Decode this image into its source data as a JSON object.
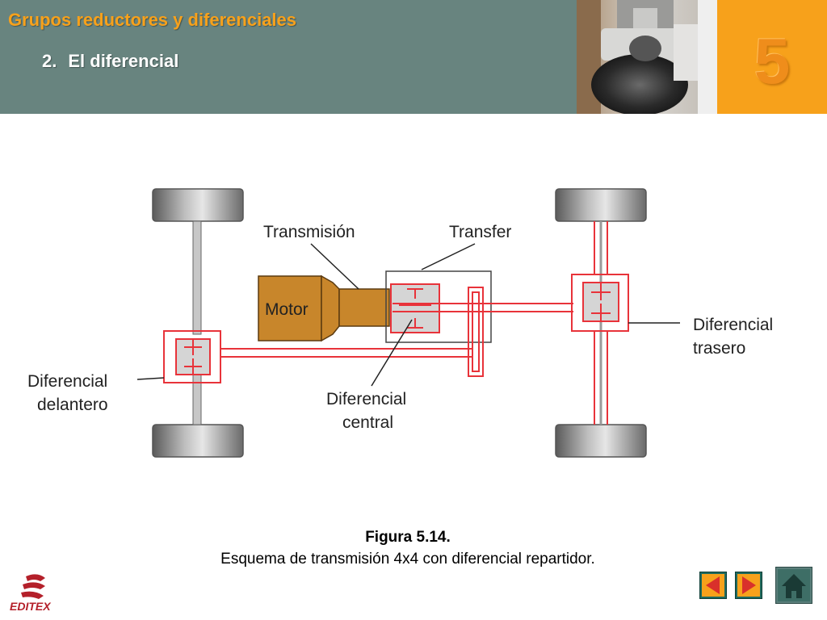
{
  "header": {
    "title": "Grupos reductores y diferenciales",
    "section_number": "2.",
    "section_title": "El diferencial",
    "chapter_number": "5"
  },
  "diagram": {
    "labels": {
      "transmission": "Transmisión",
      "transfer": "Transfer",
      "motor": "Motor",
      "rear_diff_line1": "Diferencial",
      "rear_diff_line2": "trasero",
      "front_diff_line1": "Diferencial",
      "front_diff_line2": "delantero",
      "center_diff_line1": "Diferencial",
      "center_diff_line2": "central"
    }
  },
  "caption": {
    "figure": "Figura 5.14.",
    "text": "Esquema de transmisión 4x4 con diferencial repartidor."
  },
  "footer": {
    "logo_text": "EDITEX"
  },
  "colors": {
    "header_bg": "#68847f",
    "accent_orange": "#f7a11b",
    "motor_fill": "#c8862b",
    "diagram_red": "#e8333a"
  }
}
